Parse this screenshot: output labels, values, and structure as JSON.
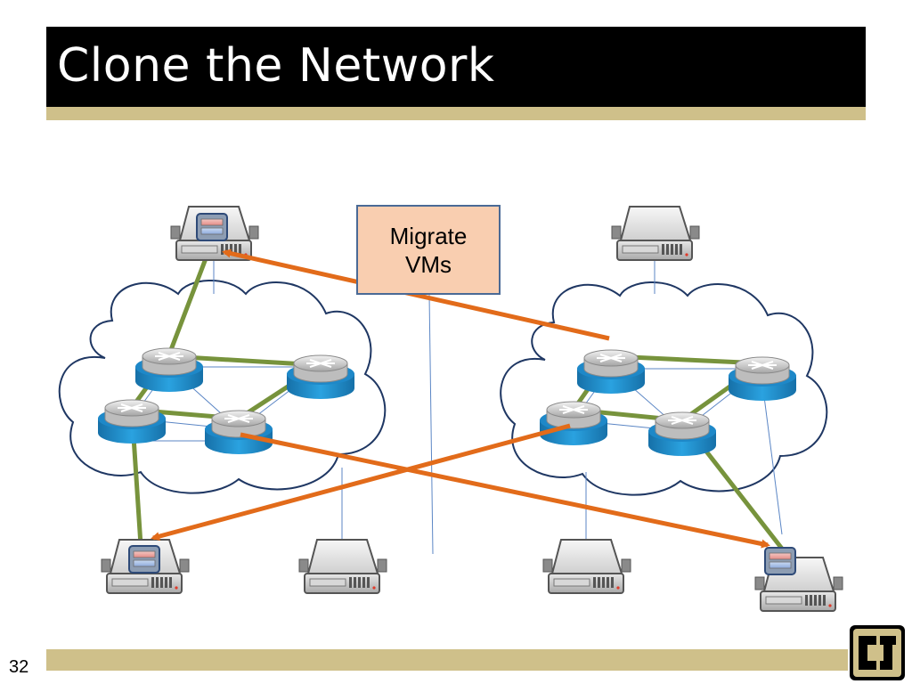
{
  "slide": {
    "title": "Clone the Network",
    "page_number": "32"
  },
  "callout": {
    "line1": "Migrate",
    "line2": "VMs"
  },
  "logo_text": "CU",
  "colors": {
    "title_background": "#000000",
    "accent_gold": "#cfc08a",
    "migrate_box_fill": "#f9ceb0",
    "migration_arrow": "#e26b1a",
    "path_green": "#77933c",
    "router_blue": "#1a8ecf",
    "cloud_outline": "#1f3763"
  },
  "icons": [
    "server-icon",
    "router-icon",
    "vm-icon",
    "cloud-shape",
    "arrow-icon"
  ]
}
